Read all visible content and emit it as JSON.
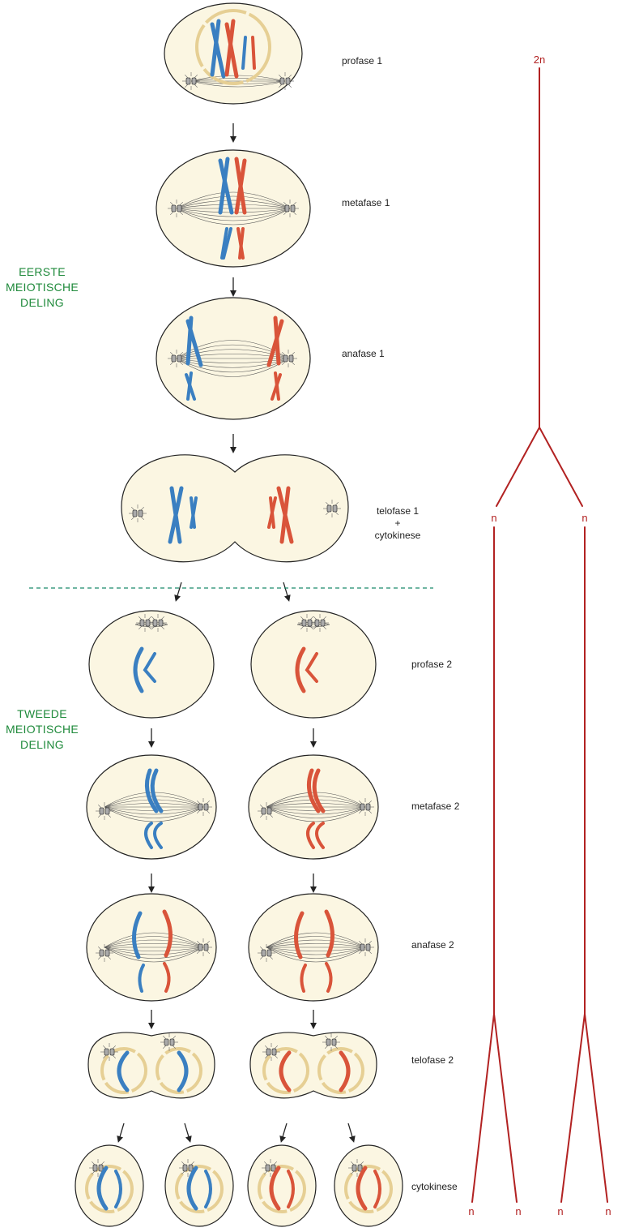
{
  "colors": {
    "cell_fill": "#fbf6e2",
    "cell_stroke": "#222222",
    "chromosome_blue": "#3a7fc1",
    "chromosome_red": "#d9543a",
    "nucleus_membrane": "#e6cf94",
    "ploidy_line": "#b22222",
    "group_label": "#1f8a3b",
    "divider": "#1a8a6a"
  },
  "groups": {
    "first_lines": [
      "EERSTE",
      "MEIOTISCHE",
      "DELING"
    ],
    "second_lines": [
      "TWEEDE",
      "MEIOTISCHE",
      "DELING"
    ]
  },
  "stages": {
    "profase1": "profase 1",
    "metafase1": "metafase 1",
    "anafase1": "anafase 1",
    "telofase1_lines": [
      "telofase 1",
      "+",
      "cytokinese"
    ],
    "profase2": "profase 2",
    "metafase2": "metafase 2",
    "anafase2": "anafase 2",
    "telofase2": "telofase 2",
    "cytokinese": "cytokinese"
  },
  "ploidy": {
    "top": "2n",
    "mid_left": "n",
    "mid_right": "n",
    "bottom": [
      "n",
      "n",
      "n",
      "n"
    ]
  }
}
